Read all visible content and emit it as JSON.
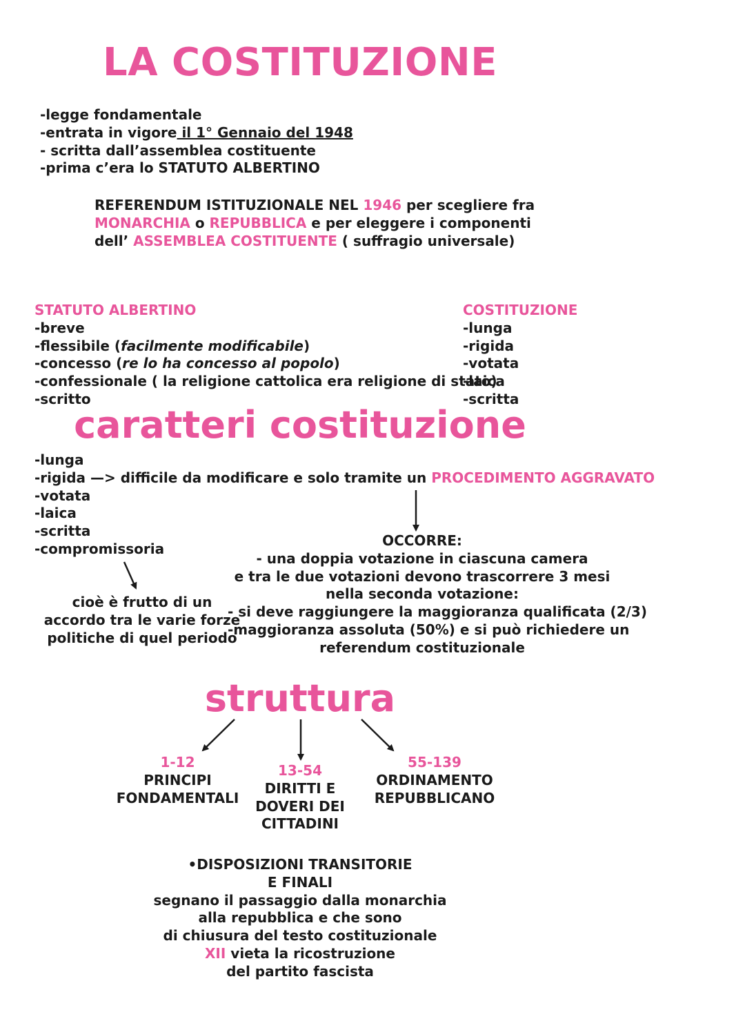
{
  "title": "LA COSTITUZIONE",
  "intro": {
    "l1": "-legge fondamentale",
    "l2a": "-entrata in vigore",
    "l2b": " il 1° Gennaio  del 1948",
    "l3": "- scritta dall’assemblea costituente",
    "l4": "-prima c’era lo STATUTO ALBERTINO"
  },
  "referendum": {
    "a": "REFERENDUM ISTITUZIONALE NEL ",
    "year": "1946",
    "b": " per scegliere fra",
    "monarchia": "MONARCHIA",
    "o": " o ",
    "repubblica": "REPUBBLICA",
    "c": "  e per eleggere i componenti",
    "d": "dell’ ",
    "assemblea": "ASSEMBLEA COSTITUENTE",
    "e": "  ( suffragio universale)"
  },
  "statuto": {
    "heading": "STATUTO ALBERTINO",
    "breve": "-breve",
    "flessibile": "-flessibile (",
    "flessibile_note": "facilmente modificabile",
    "flessibile_end": ")",
    "concesso": "-concesso (",
    "concesso_note": "re lo ha concesso al popolo",
    "concesso_end": ")",
    "confessionale": "-confessionale ( la religione cattolica era religione di stato)",
    "scritto": "-scritto"
  },
  "costituzione_col": {
    "heading": "COSTITUZIONE",
    "items": [
      "-lunga",
      "-rigida",
      "-votata",
      "-laica",
      "-scritta"
    ]
  },
  "caratteri": {
    "title": "caratteri costituzione",
    "lunga": "-lunga",
    "rigida": "-rigida —> difficile da modificare e solo tramite un ",
    "procedimento": "PROCEDIMENTO AGGRAVATO",
    "votata": "-votata",
    "laica": "-laica",
    "scritta": "-scritta",
    "compromissoria": "-compromissoria"
  },
  "cioe": [
    "cioè è frutto di un",
    "accordo tra le varie forze",
    "politiche di quel periodo"
  ],
  "occorre": [
    "OCCORRE:",
    "- una doppia votazione in ciascuna camera",
    "e tra le due votazioni devono trascorrere 3 mesi",
    "nella seconda votazione:",
    "- si deve raggiungere la maggioranza qualificata (2/3)",
    "-maggioranza assoluta (50%) e si può richiedere un",
    "referendum costituzionale"
  ],
  "struttura": {
    "title": "struttura",
    "left": {
      "range": "1-12",
      "l1": "PRINCIPI",
      "l2": "FONDAMENTALI"
    },
    "middle": {
      "range": "13-54",
      "l1": "DIRITTI E",
      "l2": "DOVERI DEI",
      "l3": "CITTADINI"
    },
    "right": {
      "range": "55-139",
      "l1": "ORDINAMENTO",
      "l2": "REPUBBLICANO"
    }
  },
  "disposizioni": {
    "l1": "•DISPOSIZIONI TRANSITORIE",
    "l2": "E FINALI",
    "l3": "segnano il passaggio dalla monarchia",
    "l4": "alla repubblica e che sono",
    "l5": "di chiusura del testo costituzionale",
    "xii": "XII",
    "l6": " vieta la ricostruzione",
    "l7": "del partito fascista"
  },
  "colors": {
    "accent": "#e8559b",
    "text": "#1a1a1a",
    "background": "#ffffff"
  }
}
